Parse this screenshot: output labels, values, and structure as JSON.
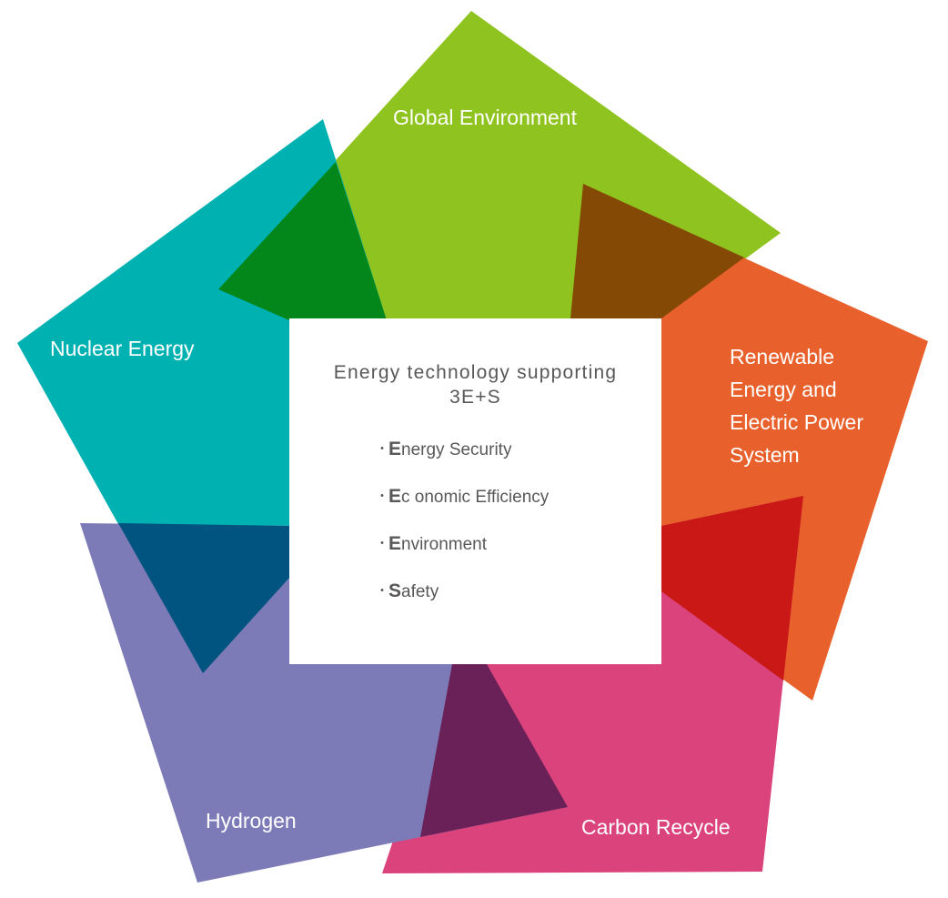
{
  "diagram": {
    "title": "Energy technology supporting 3E+S",
    "title_lines": [
      "Energy technology supporting",
      "3E+S"
    ],
    "pillars": [
      {
        "initial": "E",
        "rest": "nergy Security"
      },
      {
        "initial": "E",
        "rest": "c onomic Efficiency"
      },
      {
        "initial": "E",
        "rest": "nvironment"
      },
      {
        "initial": "S",
        "rest": "afety"
      }
    ],
    "bullet": "・",
    "segments": [
      {
        "id": "global-environment",
        "label": "Global Environment",
        "color": "#8fc31f"
      },
      {
        "id": "renewable-energy",
        "label_lines": [
          "Renewable",
          "Energy and",
          "Electric Power",
          "System"
        ],
        "color": "#e8612c"
      },
      {
        "id": "carbon-recycle",
        "label": "Carbon Recycle",
        "color": "#da437b"
      },
      {
        "id": "hydrogen",
        "label": "Hydrogen",
        "color": "#7d7ab8"
      },
      {
        "id": "nuclear-energy",
        "label": "Nuclear Energy",
        "color": "#00b1b2"
      }
    ],
    "overlap_colors": {
      "green_teal": "#03861a",
      "green_orange": "#844905",
      "orange_pink": "#c91816",
      "pink_purple": "#6a2158",
      "purple_teal": "#00547f"
    },
    "text_color": "#595757"
  }
}
